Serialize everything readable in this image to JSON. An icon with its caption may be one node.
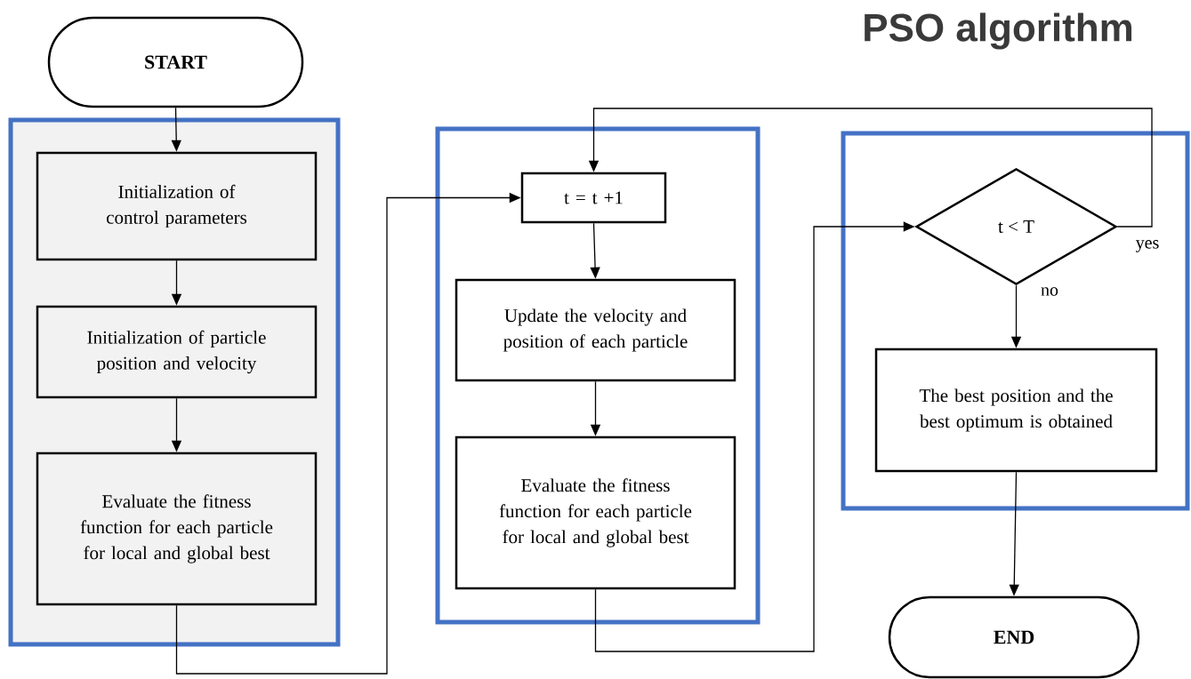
{
  "diagram": {
    "title": "PSO algorithm",
    "nodes": [
      {
        "text": [
          "START"
        ]
      },
      {
        "text": [],
        "shape": "box"
      },
      {
        "text": [
          "Initialization of control parameters"
        ],
        "in": 1
      },
      {
        "text": [
          "Initialization of particle position and velocity"
        ],
        "in": 1
      },
      {
        "text": [
          "Evaluate the fitness function for each particle for local and global best"
        ],
        "in": 1
      },
      {
        "text": [],
        "shape": "box"
      },
      {
        "text": [
          "t = t +1"
        ],
        "in": 5
      },
      {
        "text": [
          "Update the velocity and position of each particle"
        ],
        "in": 5
      },
      {
        "text": [
          "Evaluate the fitness function for each particle for local and global best"
        ],
        "in": 5
      },
      {
        "text": [],
        "shape": "box"
      },
      {
        "text": [
          "t < T"
        ],
        "in": 9
      },
      {
        "text": [
          "The best position and the best optimum is obtained"
        ],
        "in": 9
      },
      {
        "text": [
          "END"
        ]
      }
    ],
    "edges": [
      {
        "from": 0,
        "to": 2,
        "arrow": "to"
      },
      {
        "from": 2,
        "to": 3,
        "arrow": "to"
      },
      {
        "from": 3,
        "to": 4,
        "arrow": "to"
      },
      {
        "from": 4,
        "to": 6,
        "arrow": "to"
      },
      {
        "from": 6,
        "to": 7,
        "arrow": "to"
      },
      {
        "from": 7,
        "to": 8,
        "arrow": "to"
      },
      {
        "from": 8,
        "to": 10,
        "arrow": "to"
      },
      {
        "from": 10,
        "to": 6,
        "arrow": "to",
        "label": "yes"
      },
      {
        "from": 10,
        "to": 11,
        "arrow": "to",
        "label": "no"
      },
      {
        "from": 11,
        "to": 12,
        "arrow": "to"
      }
    ]
  }
}
